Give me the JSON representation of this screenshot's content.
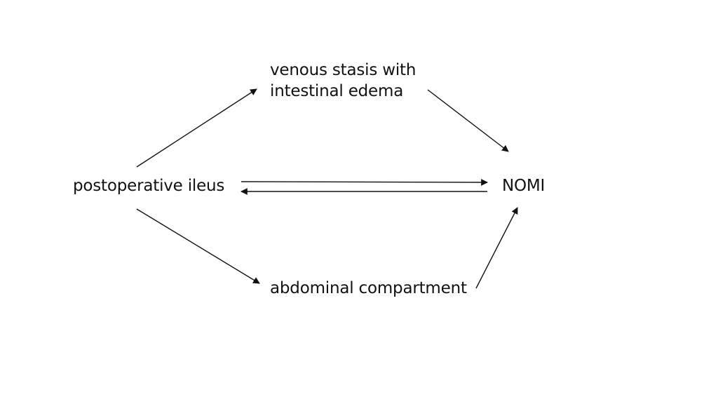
{
  "diagram": {
    "nodes": {
      "ileus": {
        "label": "postoperative ileus"
      },
      "venous": {
        "lines": [
          "venous stasis with",
          "intestinal edema"
        ]
      },
      "abdominal": {
        "label": "abdominal compartment"
      },
      "nomi": {
        "label": "NOMI"
      }
    },
    "edges": [
      {
        "from": "postoperative ileus",
        "to": "venous stasis with intestinal edema"
      },
      {
        "from": "venous stasis with intestinal edema",
        "to": "NOMI"
      },
      {
        "from": "postoperative ileus",
        "to": "NOMI"
      },
      {
        "from": "NOMI",
        "to": "postoperative ileus"
      },
      {
        "from": "postoperative ileus",
        "to": "abdominal compartment"
      },
      {
        "from": "abdominal compartment",
        "to": "NOMI"
      }
    ]
  }
}
